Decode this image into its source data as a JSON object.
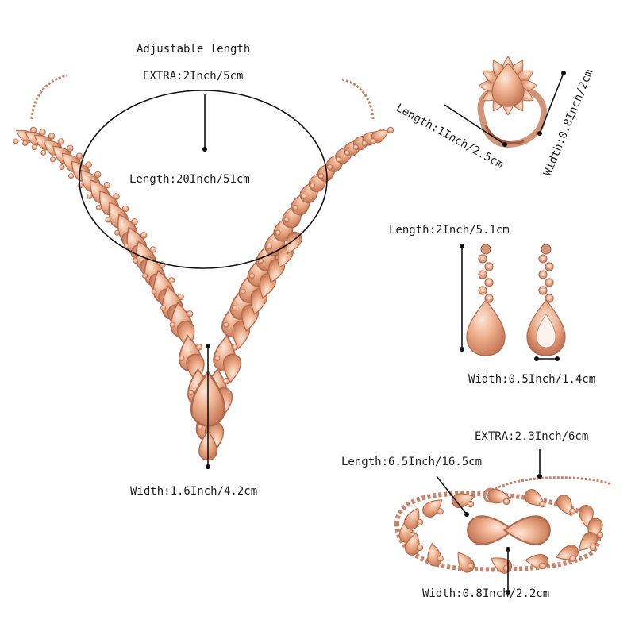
{
  "colors": {
    "metal": "#c8846a",
    "gem": "#e9a784",
    "gem_light": "#f6d3bd",
    "gem_dark": "#b8644a",
    "line": "#111111"
  },
  "necklace": {
    "adjustable": "Adjustable length",
    "extra": "EXTRA:2Inch/5cm",
    "length": "Length:20Inch/51cm",
    "width": "Width:1.6Inch/4.2cm"
  },
  "ring": {
    "length": "Length:1Inch/2.5cm",
    "width": "Width:0.8Inch/2cm"
  },
  "earrings": {
    "length": "Length:2Inch/5.1cm",
    "width": "Width:0.5Inch/1.4cm"
  },
  "bracelet": {
    "extra": "EXTRA:2.3Inch/6cm",
    "length": "Length:6.5Inch/16.5cm",
    "width": "Width:0.8Inch/2.2cm"
  }
}
